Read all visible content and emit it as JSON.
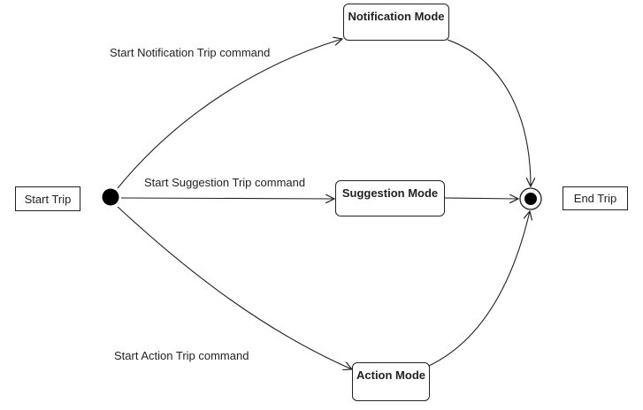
{
  "boundary_labels": {
    "start": "Start Trip",
    "end": "End Trip"
  },
  "states": {
    "notification": "Notification Mode",
    "suggestion": "Suggestion Mode",
    "action": "Action Mode"
  },
  "transitions": {
    "to_notification": "Start Notification Trip command",
    "to_suggestion": "Start Suggestion Trip command",
    "to_action": "Start Action Trip command"
  },
  "colors": {
    "line": "#222222",
    "node_fill": "#000000",
    "background": "#ffffff"
  }
}
